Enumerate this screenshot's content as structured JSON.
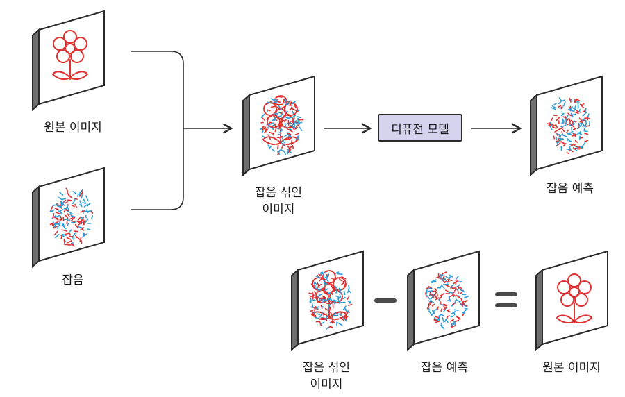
{
  "labels": {
    "original": "원본 이미지",
    "noise": "잡음",
    "noisy_line1": "잡음 섞인",
    "noisy_line2": "이미지",
    "model": "디퓨전 모델",
    "predicted_noise": "잡음 예측"
  },
  "colors": {
    "flower": "#e03131",
    "noise_red": "#e03131",
    "noise_blue": "#2f9fd8",
    "frame_side": "#6e6e6e",
    "frame_front": "#ffffff",
    "model_box": "#d5d3ee",
    "stroke": "#2a2a2a"
  }
}
